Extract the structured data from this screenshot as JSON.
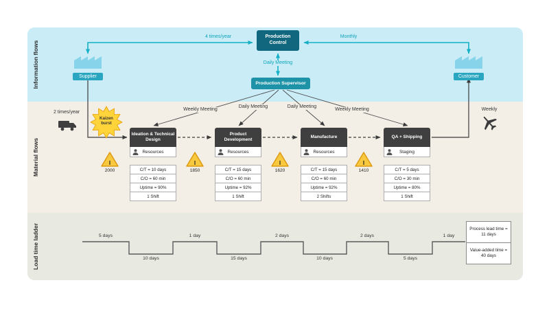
{
  "bands": {
    "information": "Information flows",
    "material": "Material flows",
    "ladder": "Load time ladder"
  },
  "information_flow": {
    "supplier_label": "Supplier",
    "customer_label": "Customer",
    "production_control": "Production Control",
    "production_supervisor": "Production Supervisor",
    "supplier_frequency": "4 times/year",
    "customer_frequency": "Monthly",
    "control_supervisor_link": "Daily Meeting",
    "meetings": [
      "Weekly Meeting",
      "Daily Meeting",
      "Daily Meeting",
      "Weekly Meeting"
    ]
  },
  "material_flow": {
    "inbound_frequency": "2 times/year",
    "outbound_frequency": "Weekly",
    "kaizen_burst": "Kaizen burst",
    "processes": [
      {
        "title": "Ideation & Technical Design",
        "resource": "Resources",
        "data": [
          "C/T = 10 days",
          "C/O = 60 min",
          "Uptime = 90%",
          "1 Shift"
        ]
      },
      {
        "title": "Product Development",
        "resource": "Resources",
        "data": [
          "C/T = 15 days",
          "C/O = 60 min",
          "Uptime = 92%",
          "1 Shift"
        ]
      },
      {
        "title": "Manufacture",
        "resource": "Resources",
        "data": [
          "C/T = 15 days",
          "C/O = 60 min",
          "Uptime = 92%",
          "2 Shifts"
        ]
      },
      {
        "title": "QA + Shipping",
        "resource": "Staging",
        "data": [
          "C/T = 5 days",
          "C/O = 30 min",
          "Uptime = 80%",
          "1 Shift"
        ]
      }
    ],
    "inventory": [
      {
        "symbol": "I",
        "value": "2000"
      },
      {
        "symbol": "I",
        "value": "1850"
      },
      {
        "symbol": "I",
        "value": "1620"
      },
      {
        "symbol": "I",
        "value": "1410"
      }
    ]
  },
  "lead_time_ladder": {
    "values": [
      "5 days",
      "10 days",
      "1 day",
      "15 days",
      "2 days",
      "10 days",
      "2 days",
      "5 days",
      "1 day"
    ],
    "process_lead_time": "Process lead time = 11 days",
    "value_added_time": "Value-added time = 40 days"
  },
  "colors": {
    "info_band": "#c9ecf7",
    "material_band": "#f3efe7",
    "ladder_band": "#e8eae1",
    "teal_accent": "#14b0c6",
    "production_control": "#11687e",
    "production_supervisor": "#1e93a8",
    "process_header": "#3f3f3f",
    "inventory_yellow": "#f8c93f"
  }
}
